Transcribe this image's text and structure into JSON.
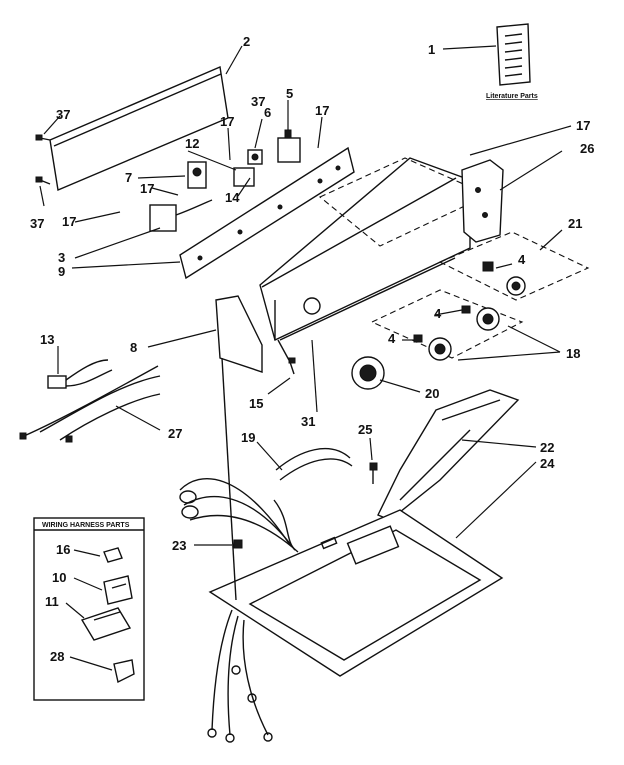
{
  "diagram": {
    "literature_parts_label": "Literature Parts",
    "wiring_box_title": "WIRING HARNESS PARTS",
    "callouts": {
      "c1": "1",
      "c2": "2",
      "c3": "3",
      "c4a": "4",
      "c4b": "4",
      "c4c": "4",
      "c5": "5",
      "c6": "6",
      "c7": "7",
      "c8": "8",
      "c9": "9",
      "c10": "10",
      "c11": "11",
      "c12": "12",
      "c13": "13",
      "c14": "14",
      "c15": "15",
      "c16": "16",
      "c17a": "17",
      "c17b": "17",
      "c17c": "17",
      "c17d": "17",
      "c17e": "17",
      "c18": "18",
      "c19": "19",
      "c20": "20",
      "c21": "21",
      "c22": "22",
      "c23": "23",
      "c24": "24",
      "c25": "25",
      "c26": "26",
      "c27": "27",
      "c28": "28",
      "c31": "31",
      "c37a": "37",
      "c37b": "37",
      "c37c": "37"
    }
  }
}
